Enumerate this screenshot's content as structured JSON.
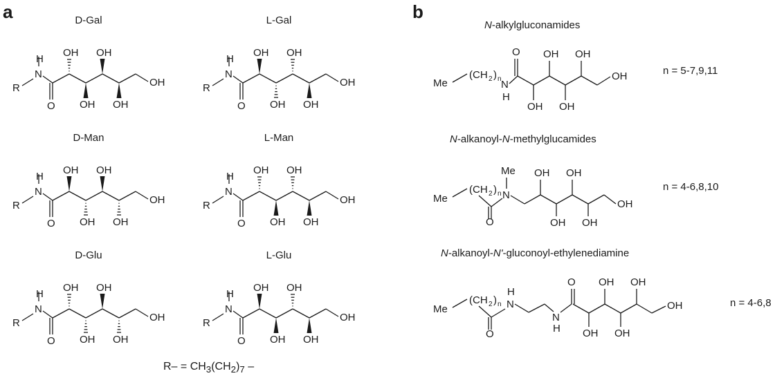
{
  "panel_a": {
    "letter": "a",
    "structures": [
      {
        "name": "D-Gal",
        "config": "-+++"
      },
      {
        "name": "L-Gal",
        "config": "+--+"
      },
      {
        "name": "D-Man",
        "config": "+-+-"
      },
      {
        "name": "L-Man",
        "config": "-+-+"
      },
      {
        "name": "D-Glu",
        "config": "--+-"
      },
      {
        "name": "L-Glu",
        "config": "++-+"
      }
    ],
    "r_definition": {
      "lhs": "R– = CH",
      "sub1": "3",
      "mid": "(CH",
      "sub2": "2",
      "close": ")",
      "sub3": "7",
      "tail": " –"
    }
  },
  "panel_b": {
    "letter": "b",
    "structures": [
      {
        "title_parts": [
          "N",
          "-alkylgluconamides"
        ],
        "n_range": "n = 5-7,9,11"
      },
      {
        "title_parts": [
          "N",
          "-alkanoyl-",
          "N",
          "-methylglucamides"
        ],
        "n_range": "n = 4-6,8,10"
      },
      {
        "title_parts": [
          "N",
          "-alkanoyl-",
          "N'",
          "-gluconoyl-ethylenediamine"
        ],
        "n_range": "n = 4-6,8"
      }
    ]
  },
  "atoms": {
    "H": "H",
    "N": "N",
    "O": "O",
    "OH": "OH",
    "R": "R",
    "Me": "Me",
    "CH2_open": "(CH",
    "two": "2",
    "close_n": ")",
    "n": "n"
  }
}
